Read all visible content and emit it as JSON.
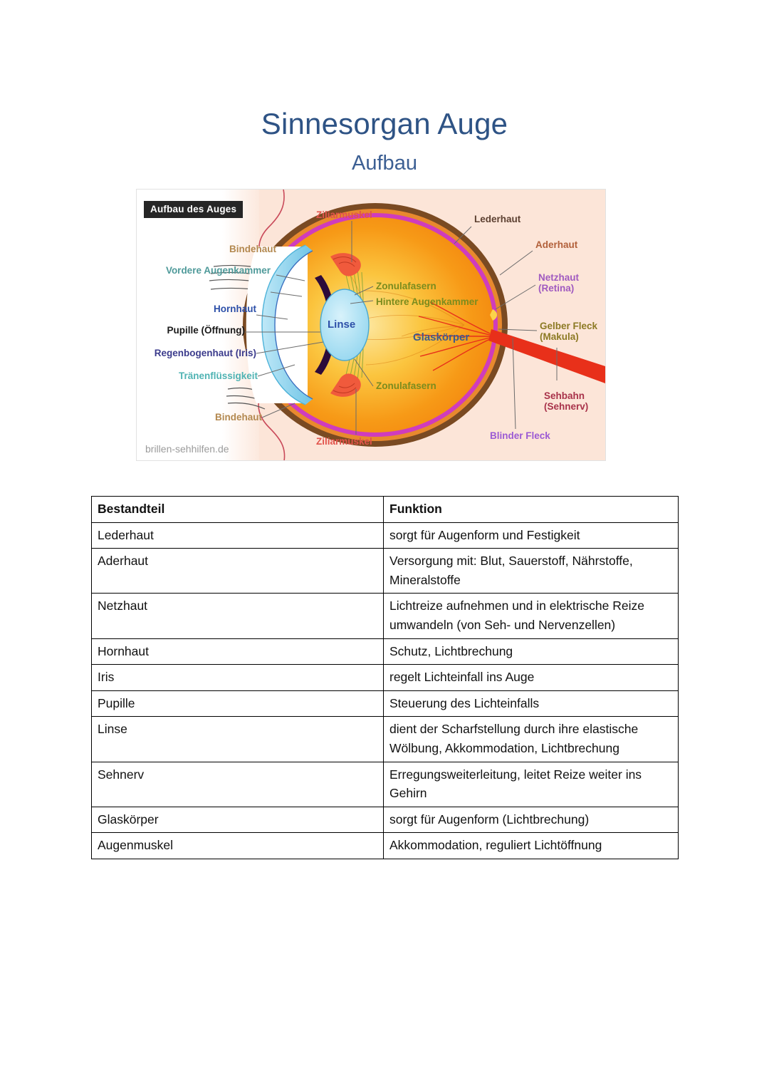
{
  "document": {
    "title": "Sinnesorgan Auge",
    "subtitle": "Aufbau"
  },
  "figure": {
    "badge": "Aufbau des Auges",
    "credit": "brillen-sehhilfen.de",
    "labels": [
      {
        "key": "bindehaut_top",
        "text": "Bindehaut",
        "color": "#b3884f"
      },
      {
        "key": "vordere_augenkammer",
        "text": "Vordere Augenkammer",
        "color": "#4f9a9a"
      },
      {
        "key": "hornhaut",
        "text": "Hornhaut",
        "color": "#2c4fa8"
      },
      {
        "key": "pupille",
        "text": "Pupille (Öffnung)",
        "color": "#1a1a1a"
      },
      {
        "key": "regenbogenhaut",
        "text": "Regenbogenhaut (Iris)",
        "color": "#3b3b8c"
      },
      {
        "key": "traenenfluessigkeit",
        "text": "Tränenflüssigkeit",
        "color": "#4fb3b3"
      },
      {
        "key": "bindehaut_bottom",
        "text": "Bindehaut",
        "color": "#b3884f"
      },
      {
        "key": "ziliarmuskel_top",
        "text": "Ziliarmuskel",
        "color": "#e2534b"
      },
      {
        "key": "ziliarmuskel_bottom",
        "text": "Ziliarmuskel",
        "color": "#e2534b"
      },
      {
        "key": "zonulafasern_top",
        "text": "Zonulafasern",
        "color": "#7b8c1e"
      },
      {
        "key": "hintere_augenkammer",
        "text": "Hintere Augenkammer",
        "color": "#7b8c1e"
      },
      {
        "key": "zonulafasern_bottom",
        "text": "Zonulafasern",
        "color": "#7b8c1e"
      },
      {
        "key": "linse",
        "text": "Linse",
        "color": "#2c4fa8"
      },
      {
        "key": "glaskoerper",
        "text": "Glaskörper",
        "color": "#3f5b8c"
      },
      {
        "key": "lederhaut",
        "text": "Lederhaut",
        "color": "#5c4031"
      },
      {
        "key": "aderhaut",
        "text": "Aderhaut",
        "color": "#b2603a"
      },
      {
        "key": "netzhaut",
        "text": "Netzhaut\n(Retina)",
        "color": "#a05ac0"
      },
      {
        "key": "gelber_fleck",
        "text": "Gelber Fleck\n(Makula)",
        "color": "#8c7a24"
      },
      {
        "key": "sehbahn",
        "text": "Sehbahn\n(Sehnerv)",
        "color": "#a8324a"
      },
      {
        "key": "blinder_fleck",
        "text": "Blinder Fleck",
        "color": "#9b5ad4"
      }
    ],
    "colors": {
      "background_peach": "#fce5d8",
      "sclera": "#7a4a22",
      "choroid": "#e8892e",
      "retina": "#d13fbf",
      "vitreous": "#f6a518",
      "vitreous_center": "#fde08a",
      "cornea": "#7ecbe8",
      "lens": "#a8ddf2",
      "iris": "#2d0b3a",
      "ciliary_muscle": "#f05a3c",
      "optic_nerve": "#e8301a",
      "eyelid_outline": "#c94a5a"
    }
  },
  "table": {
    "headers": [
      "Bestandteil",
      "Funktion"
    ],
    "rows": [
      {
        "part": "Lederhaut",
        "function": "sorgt für Augenform und Festigkeit"
      },
      {
        "part": "Aderhaut",
        "function": "Versorgung mit: Blut, Sauerstoff, Nährstoffe, Mineralstoffe"
      },
      {
        "part": "Netzhaut",
        "function": "Lichtreize aufnehmen und in elektrische Reize umwandeln (von Seh- und Nervenzellen)"
      },
      {
        "part": "Hornhaut",
        "function": "Schutz, Lichtbrechung"
      },
      {
        "part": "Iris",
        "function": "regelt Lichteinfall ins Auge"
      },
      {
        "part": "Pupille",
        "function": "Steuerung des Lichteinfalls"
      },
      {
        "part": "Linse",
        "function": "dient der Scharfstellung durch ihre elastische Wölbung, Akkommodation, Lichtbrechung"
      },
      {
        "part": "Sehnerv",
        "function": "Erregungsweiterleitung, leitet Reize weiter ins Gehirn"
      },
      {
        "part": "Glaskörper",
        "function": "sorgt für Augenform (Lichtbrechung)"
      },
      {
        "part": "Augenmuskel",
        "function": "Akkommodation, reguliert Lichtöffnung"
      }
    ]
  }
}
